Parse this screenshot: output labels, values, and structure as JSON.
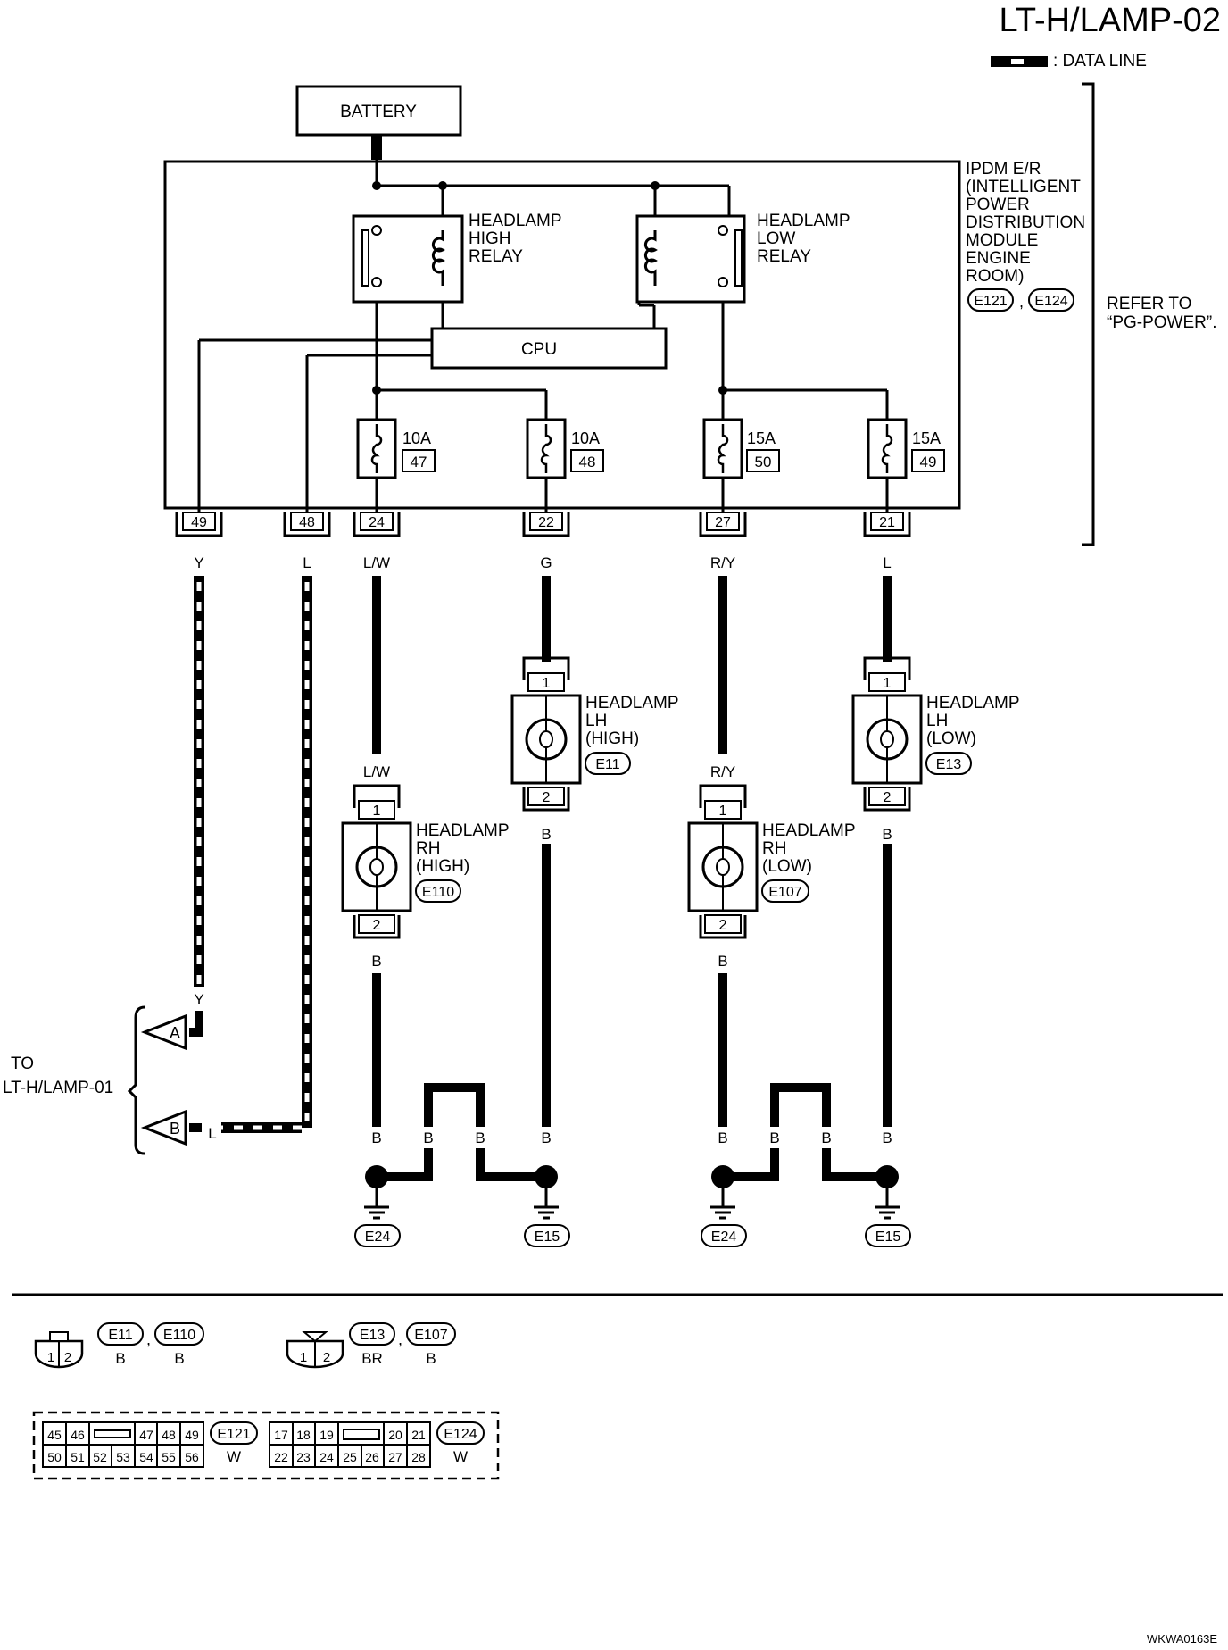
{
  "header": {
    "title": "LT-H/LAMP-02",
    "legend_label": ": DATA LINE"
  },
  "battery": {
    "label": "BATTERY"
  },
  "ipdm": {
    "lines": [
      "IPDM E/R",
      "(INTELLIGENT",
      "POWER",
      "DISTRIBUTION",
      "MODULE",
      "ENGINE",
      "ROOM)"
    ],
    "connectors": [
      "E121",
      "E124"
    ],
    "separator": ","
  },
  "refer": {
    "lines": [
      "REFER TO",
      "“PG-POWER”."
    ]
  },
  "relays": [
    {
      "lines": [
        "HEADLAMP",
        "HIGH",
        "RELAY"
      ]
    },
    {
      "lines": [
        "HEADLAMP",
        "LOW",
        "RELAY"
      ]
    }
  ],
  "cpu": {
    "label": "CPU"
  },
  "fuses": [
    {
      "amp": "10A",
      "num": "47"
    },
    {
      "amp": "10A",
      "num": "48"
    },
    {
      "amp": "15A",
      "num": "50"
    },
    {
      "amp": "15A",
      "num": "49"
    }
  ],
  "terminals": [
    {
      "num": "49",
      "color": "Y"
    },
    {
      "num": "48",
      "color": "L"
    },
    {
      "num": "24",
      "color": "L/W"
    },
    {
      "num": "22",
      "color": "G"
    },
    {
      "num": "27",
      "color": "R/Y"
    },
    {
      "num": "21",
      "color": "L"
    }
  ],
  "lamps": [
    {
      "lines": [
        "HEADLAMP",
        "RH",
        "(HIGH)"
      ],
      "connector": "E110",
      "in_color": "L/W",
      "out_color": "B",
      "pin_top": "1",
      "pin_bottom": "2"
    },
    {
      "lines": [
        "HEADLAMP",
        "LH",
        "(HIGH)"
      ],
      "connector": "E11",
      "in_color": "G",
      "out_color": "B",
      "pin_top": "1",
      "pin_bottom": "2"
    },
    {
      "lines": [
        "HEADLAMP",
        "RH",
        "(LOW)"
      ],
      "connector": "E107",
      "in_color": "R/Y",
      "out_color": "B",
      "pin_top": "1",
      "pin_bottom": "2"
    },
    {
      "lines": [
        "HEADLAMP",
        "LH",
        "(LOW)"
      ],
      "connector": "E13",
      "in_color": "L",
      "out_color": "B",
      "pin_top": "1",
      "pin_bottom": "2"
    }
  ],
  "to_ref": {
    "lines": [
      "TO",
      "LT-H/LAMP-01"
    ],
    "a": "A",
    "b": "B",
    "a_color": "Y",
    "b_color": "L"
  },
  "grounds": [
    {
      "label": "E24",
      "color": "B"
    },
    {
      "label": "E15",
      "color": "B"
    },
    {
      "label": "E24",
      "color": "B"
    },
    {
      "label": "E15",
      "color": "B"
    }
  ],
  "ground_jumper_color": "B",
  "bottom": {
    "conn_group1": {
      "connectors": [
        "E11",
        "E110"
      ],
      "colors": [
        "B",
        "B"
      ],
      "pins": [
        "1",
        "2"
      ]
    },
    "conn_group2": {
      "connectors": [
        "E13",
        "E107"
      ],
      "colors": [
        "BR",
        "B"
      ],
      "pins": [
        "1",
        "2"
      ]
    },
    "e121": {
      "label": "E121",
      "color": "W",
      "top_left": [
        "45",
        "46"
      ],
      "top_right": [
        "47",
        "48",
        "49"
      ],
      "bottom": [
        "50",
        "51",
        "52",
        "53",
        "54",
        "55",
        "56"
      ]
    },
    "e124": {
      "label": "E124",
      "color": "W",
      "top_left": [
        "17",
        "18",
        "19"
      ],
      "top_right": [
        "20",
        "21"
      ],
      "bottom": [
        "22",
        "23",
        "24",
        "25",
        "26",
        "27",
        "28"
      ]
    }
  },
  "footer": {
    "code": "WKWA0163E"
  }
}
